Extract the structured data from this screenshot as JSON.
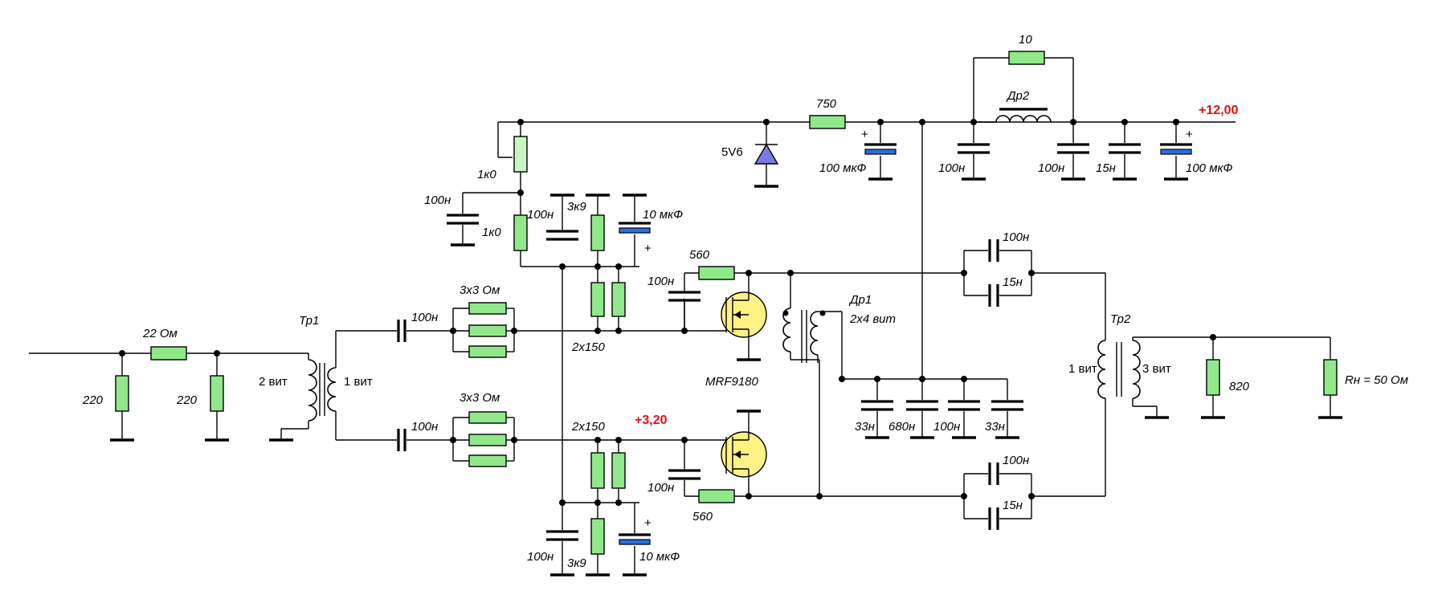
{
  "colors": {
    "resistor": "#90e88a",
    "resistor_light": "#c9f5c4",
    "electrolytic": "#2b6fe0",
    "transistor": "#fff284",
    "zener": "#7b7be0",
    "voltage": "#e01010"
  },
  "labels": {
    "r_in": "22 Ом",
    "r_in_shunt_left": "220",
    "r_in_shunt_right": "220",
    "tr1": "Тр1",
    "tr1_primary": "2 вит",
    "tr1_secondary": "1 вит",
    "c_in_top": "100н",
    "c_in_bottom": "100н",
    "r_gate_top": "3х3 Ом",
    "r_gate_bottom": "3х3 Ом",
    "r_bias_top": "2х150",
    "r_bias_bottom": "2х150",
    "v_gate": "+3,20",
    "r_trim": "1к0",
    "r_bias_mid": "1к0",
    "c_bias_left": "100н",
    "c_bias_mid_top": "100н",
    "c_bias_mid_bottom": "100н",
    "r_3k9_top": "3к9",
    "r_3k9_bottom": "3к9",
    "c_el_bias_top": "10 мкФ",
    "c_el_bias_bottom": "10 мкФ",
    "r_fb_top": "560",
    "r_fb_bottom": "560",
    "c_fb_top": "100н",
    "c_fb_bottom": "100н",
    "transistor": "MRF9180",
    "zener": "5V6",
    "r_750": "750",
    "c_el_100u_left": "100 мкФ",
    "c_el_100u_right": "100 мкФ",
    "r_10": "10",
    "dr2": "Др2",
    "c_supply_1": "100н",
    "c_supply_2": "100н",
    "c_supply_3": "15н",
    "v_supply": "+12,00",
    "dr1": "Др1",
    "dr1_turns": "2х4 вит",
    "c_dec_1": "33н",
    "c_dec_2": "680н",
    "c_dec_3": "100н",
    "c_dec_4": "33н",
    "c_out_top_a": "100н",
    "c_out_top_b": "15н",
    "c_out_bottom_a": "100н",
    "c_out_bottom_b": "15н",
    "tr2": "Тр2",
    "tr2_primary": "1 вит",
    "tr2_secondary": "3 вит",
    "r_820": "820",
    "r_load": "Rн = 50 Ом",
    "plus": "+"
  }
}
